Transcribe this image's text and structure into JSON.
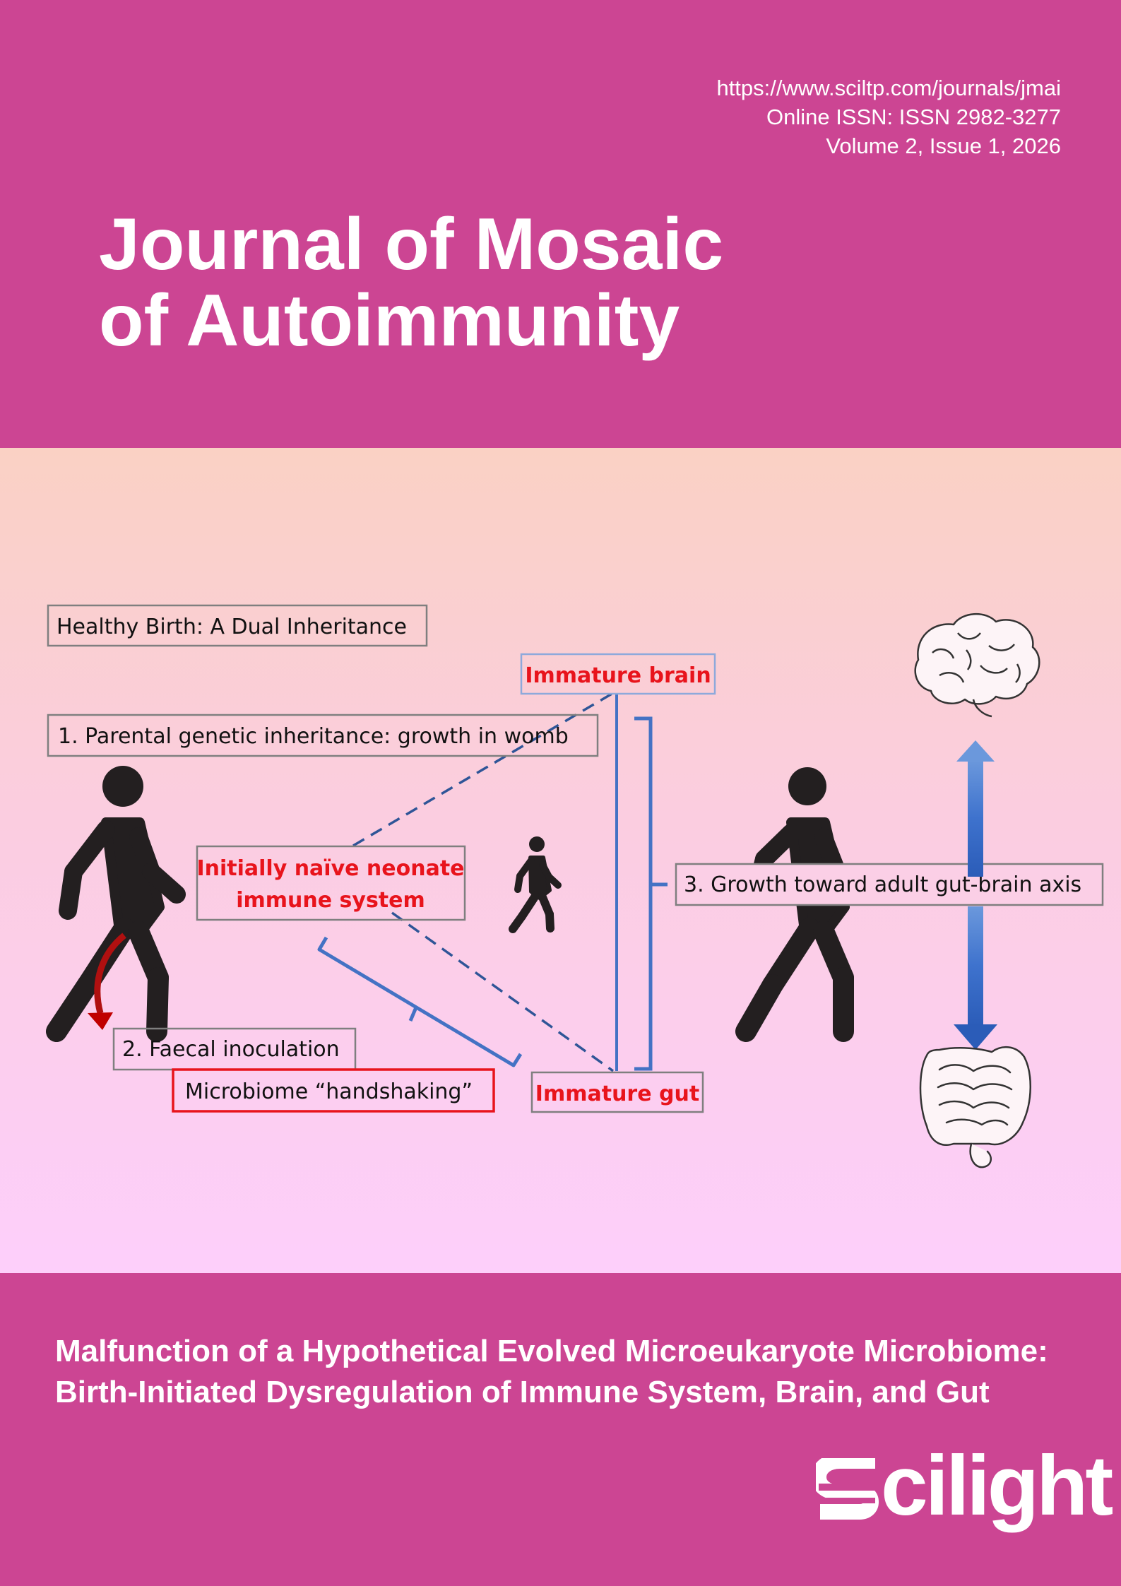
{
  "header": {
    "url": "https://www.sciltp.com/journals/jmai",
    "issn": "Online ISSN: ISSN 2982-3277",
    "volume": "Volume 2, Issue 1, 2026"
  },
  "journal": {
    "title_line1": "Journal of Mosaic",
    "title_line2": "of Autoimmunity"
  },
  "figure": {
    "heading": "Healthy Birth: A Dual Inheritance",
    "step1": "1. Parental genetic inheritance: growth in womb",
    "step2": "2. Faecal inoculation",
    "handshaking": "Microbiome “handshaking”",
    "neonate_line1": "Initially naïve neonate",
    "neonate_line2": "immune system",
    "brain_label": "Immature brain",
    "gut_label": "Immature gut",
    "step3": "3. Growth toward adult gut-brain axis",
    "colors": {
      "red_label": "#e8141c",
      "blue_line": "#4472c4",
      "arrow_blue": "#3a6fcf",
      "figure_dark": "#231f20"
    }
  },
  "article": {
    "title_line1": "Malfunction of a Hypothetical Evolved Microeukaryote Microbiome:",
    "title_line2": "Birth-Initiated Dysregulation of Immune System, Brain, and Gut"
  },
  "publisher": {
    "logo_text": "cilight",
    "logo_icon": "scilight-s-icon"
  },
  "theme": {
    "brand": "#cc4593"
  }
}
